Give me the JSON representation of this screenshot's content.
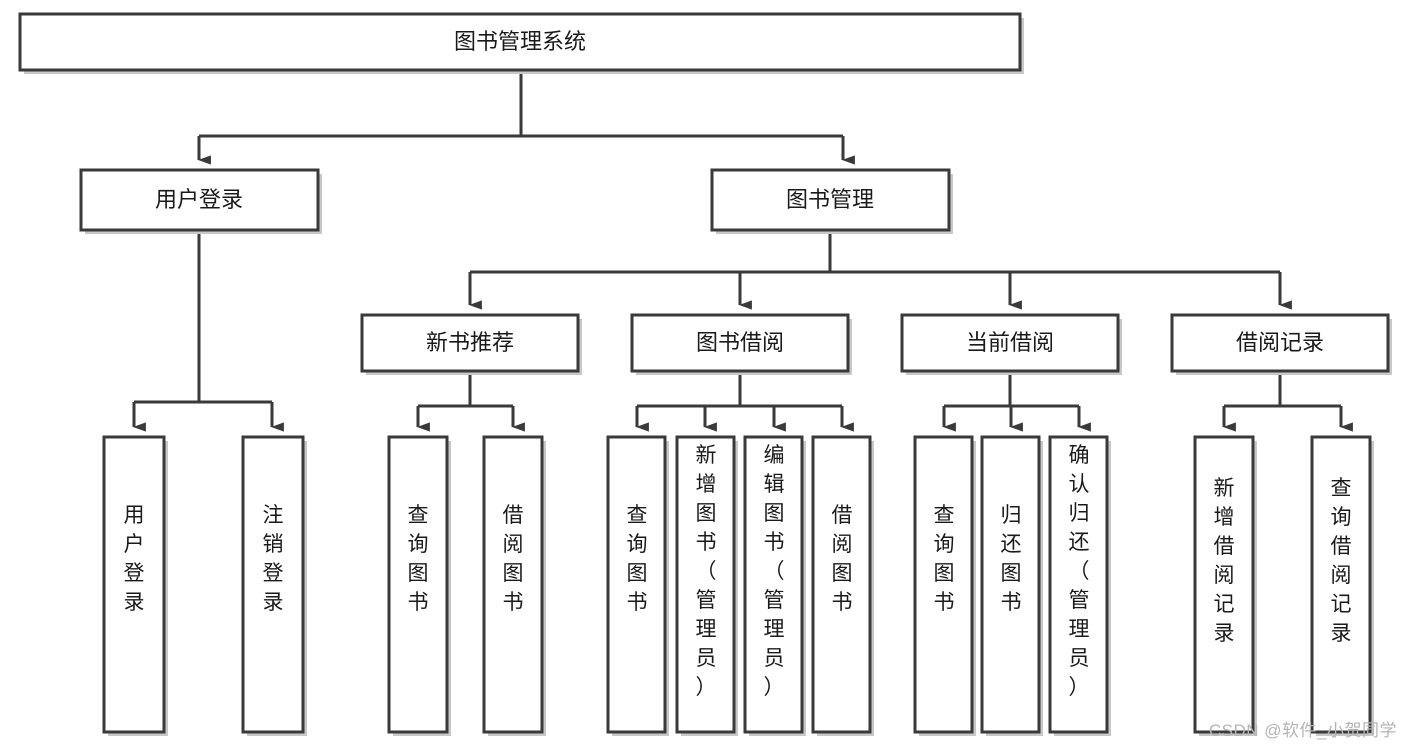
{
  "diagram": {
    "type": "tree",
    "title": "图书管理系统",
    "watermark": "CSDN @软件_小贺同学",
    "colors": {
      "stroke": "#3a3a3a",
      "shadow": "#c8c8c8",
      "fill": "#ffffff",
      "text": "#1a1a1a",
      "watermark": "#b4b4b4"
    },
    "nodes": {
      "root": {
        "label": "图书管理系统",
        "level": 0
      },
      "user_login": {
        "label": "用户登录",
        "level": 1
      },
      "book_manage": {
        "label": "图书管理",
        "level": 1
      },
      "new_book_rec": {
        "label": "新书推荐",
        "level": 2
      },
      "book_borrow": {
        "label": "图书借阅",
        "level": 2
      },
      "current_borrow": {
        "label": "当前借阅",
        "level": 2
      },
      "borrow_record": {
        "label": "借阅记录",
        "level": 2
      },
      "leaf_user_login": {
        "label": "用户登录",
        "level": 2
      },
      "leaf_logout": {
        "label": "注销登录",
        "level": 2
      },
      "leaf_query_book_1": {
        "label": "查询图书",
        "level": 3
      },
      "leaf_borrow_book_1": {
        "label": "借阅图书",
        "level": 3
      },
      "leaf_query_book_2": {
        "label": "查询图书",
        "level": 3
      },
      "leaf_add_book": {
        "label": "新增图书（管理员）",
        "level": 3
      },
      "leaf_edit_book": {
        "label": "编辑图书（管理员）",
        "level": 3
      },
      "leaf_borrow_book_2": {
        "label": "借阅图书",
        "level": 3
      },
      "leaf_query_book_3": {
        "label": "查询图书",
        "level": 3
      },
      "leaf_return_book": {
        "label": "归还图书",
        "level": 3
      },
      "leaf_confirm_return": {
        "label": "确认归还（管理员）",
        "level": 3
      },
      "leaf_add_record": {
        "label": "新增借阅记录",
        "level": 3
      },
      "leaf_query_record": {
        "label": "查询借阅记录",
        "level": 3
      }
    },
    "edges": [
      {
        "from": "root",
        "to": "user_login"
      },
      {
        "from": "root",
        "to": "book_manage"
      },
      {
        "from": "user_login",
        "to": "leaf_user_login"
      },
      {
        "from": "user_login",
        "to": "leaf_logout"
      },
      {
        "from": "book_manage",
        "to": "new_book_rec"
      },
      {
        "from": "book_manage",
        "to": "book_borrow"
      },
      {
        "from": "book_manage",
        "to": "current_borrow"
      },
      {
        "from": "book_manage",
        "to": "borrow_record"
      },
      {
        "from": "new_book_rec",
        "to": "leaf_query_book_1"
      },
      {
        "from": "new_book_rec",
        "to": "leaf_borrow_book_1"
      },
      {
        "from": "book_borrow",
        "to": "leaf_query_book_2"
      },
      {
        "from": "book_borrow",
        "to": "leaf_add_book"
      },
      {
        "from": "book_borrow",
        "to": "leaf_edit_book"
      },
      {
        "from": "book_borrow",
        "to": "leaf_borrow_book_2"
      },
      {
        "from": "current_borrow",
        "to": "leaf_query_book_3"
      },
      {
        "from": "current_borrow",
        "to": "leaf_return_book"
      },
      {
        "from": "current_borrow",
        "to": "leaf_confirm_return"
      },
      {
        "from": "borrow_record",
        "to": "leaf_add_record"
      },
      {
        "from": "borrow_record",
        "to": "leaf_query_record"
      }
    ]
  }
}
